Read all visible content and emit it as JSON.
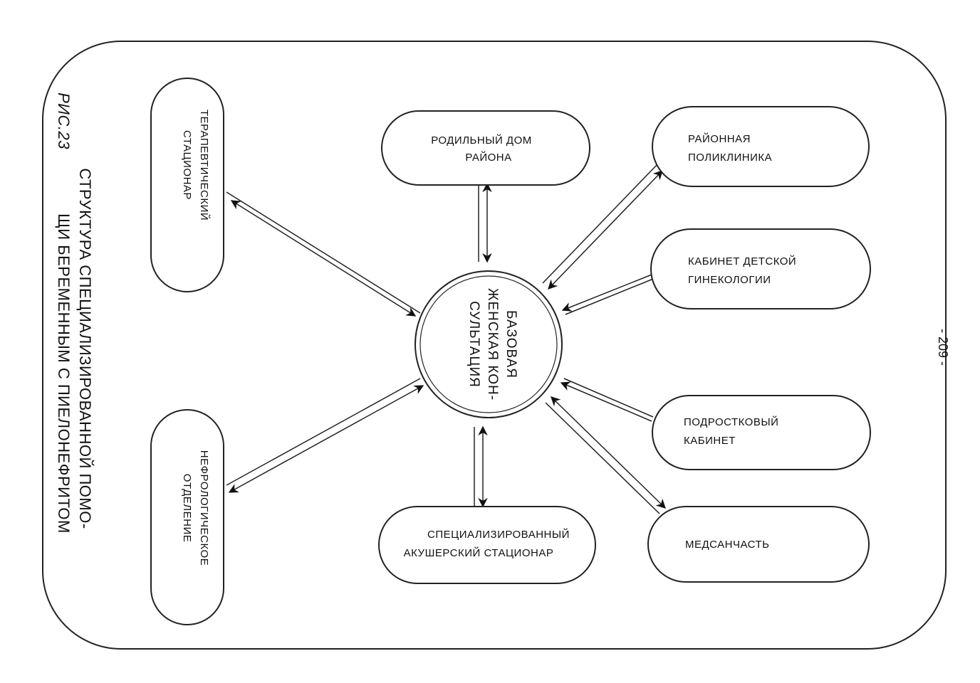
{
  "page_number": "- 209 -",
  "caption": {
    "line1": "СТРУКТУРА СПЕЦИАЛИЗИРОВАННОЙ ПОМО-",
    "line2_prefix": "РИС.23",
    "line2": "ЩИ БЕРЕМЕННЫМ С ПИЕЛОНЕФРИТОМ"
  },
  "center": {
    "line1": "БАЗОВАЯ",
    "line2": "ЖЕНСКАЯ КОН-",
    "line3": "СУЛЬТАЦИЯ"
  },
  "nodes": {
    "therapeutic": {
      "line1": "ТЕРАПЕВТИЧЕСКИЙ",
      "line2": "СТАЦИОНАР"
    },
    "nephrology": {
      "line1": "НЕФРОЛОГИЧЕСКОЕ",
      "line2": "ОТДЕЛЕНИЕ"
    },
    "maternity": {
      "line1": "РОДИЛЬНЫЙ ДОМ",
      "line2": "РАЙОНА"
    },
    "specialized_obstetric": {
      "line1": "СПЕЦИАЛИЗИРОВАННЫЙ",
      "line2": "АКУШЕРСКИЙ СТАЦИОНАР"
    },
    "district_polyclinic": {
      "line1": "РАЙОННАЯ",
      "line2": "ПОЛИКЛИНИКА"
    },
    "child_gynecology": {
      "line1": "КАБИНЕТ ДЕТСКОЙ",
      "line2": "ГИНЕКОЛОГИИ"
    },
    "teen_office": {
      "line1": "ПОДРОСТКОВЫЙ",
      "line2": "КАБИНЕТ"
    },
    "medical_unit": {
      "line1": "МЕДСАНЧАСТЬ"
    }
  }
}
